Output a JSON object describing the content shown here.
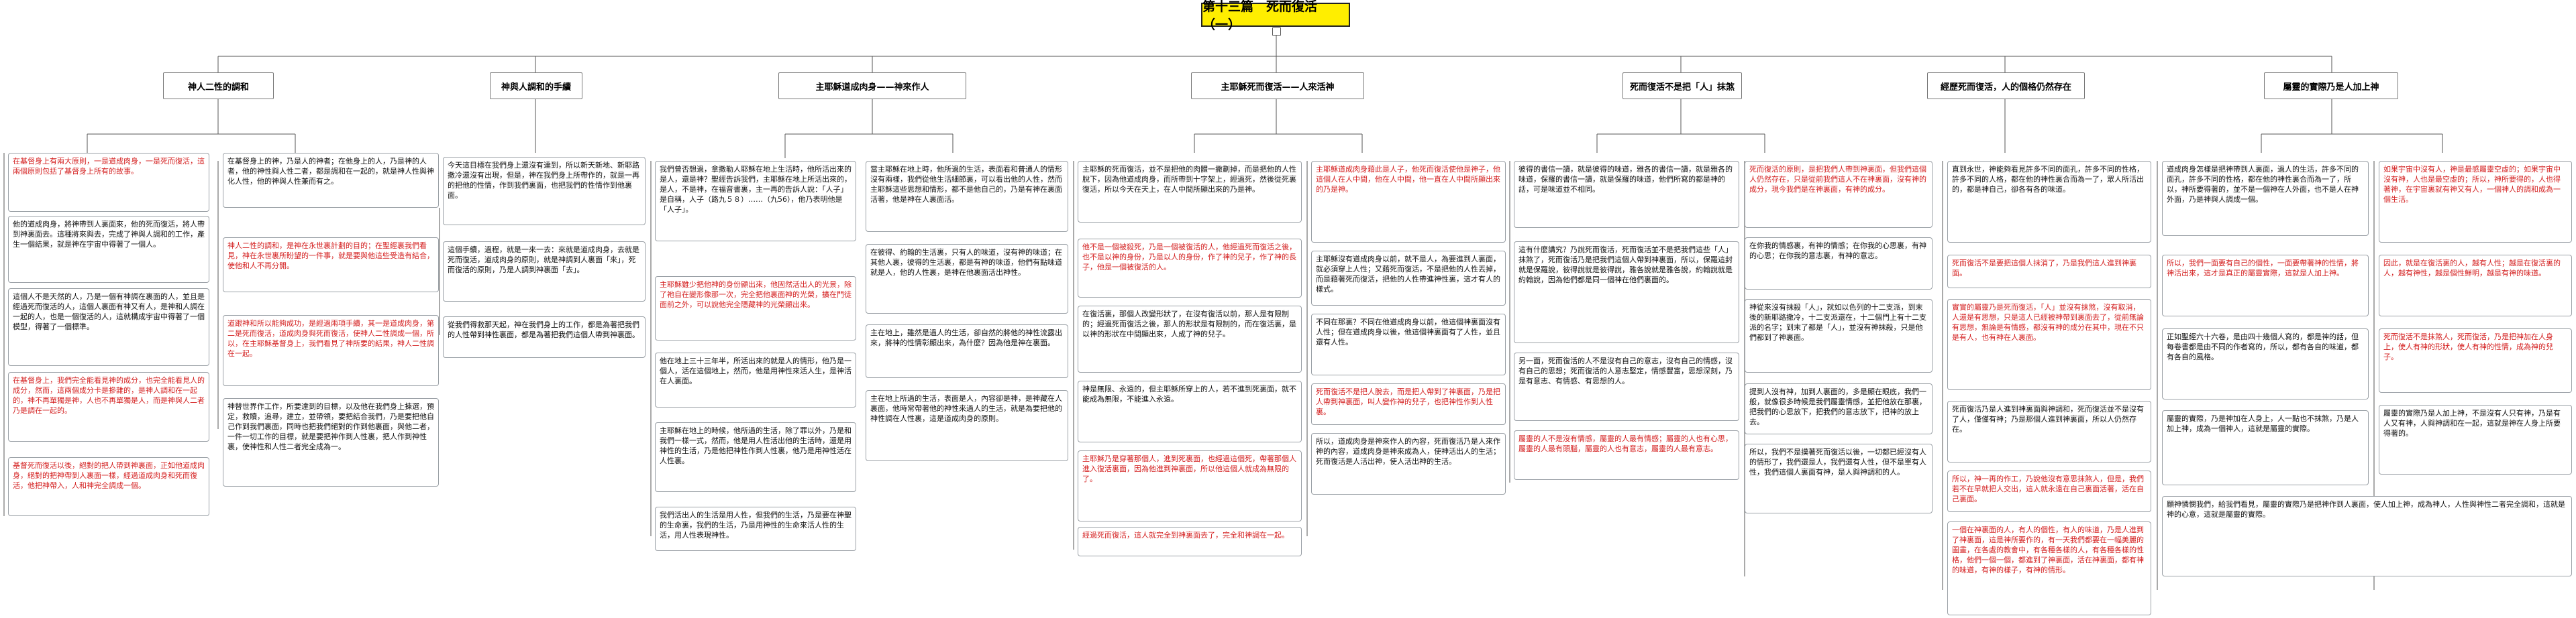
{
  "title": "第十三篇　死而復活（一）",
  "columns": [
    {
      "label": "神人二性的調和"
    },
    {
      "label": "神與人調和的手續"
    },
    {
      "label": "主耶穌道成肉身——神來作人"
    },
    {
      "label": "主耶穌死而復活——人來活神"
    },
    {
      "label": "死而復活不是把「人」抹煞"
    },
    {
      "label": "經歷死而復活，人的個格仍然存在"
    },
    {
      "label": "屬靈的實際乃是人加上神"
    }
  ],
  "notes": [
    {
      "text": "在基督身上有兩大原則，一是道成肉身，一是死而復活，這兩個原則包括了基督身上所有的故事。"
    },
    {
      "text": "他的道成肉身，將神帶到人裏面來，他的死而復活，將人帶到神裏面去。這種將來與去，完成了神與人調和的工作，產生一個結果，就是神在宇宙中得著了一個人。"
    },
    {
      "text": "這個人不是天然的人，乃是一個有神調在裏面的人，並且是經過死而復活的人，這個人裏面有神又有人，是神和人調在一起的人，也是一個復活的人，這就構成宇宙中得著了一個模型，得著了一個標準。"
    },
    {
      "text": "在基督身上，我們完全能看見神的成分，也完全能看見人的成分，然而，這兩個成分卡是摻雜的，是神人調和在一起的，神不再單獨是神，人也不再單獨是人，而是神與人二者乃是調在一起的。"
    },
    {
      "text": "基督死而復活以後，絕對的把人帶到神裏面，正如他道成肉身，絕對的把神帶到人裏面一樣，經過道成肉身和死而復活，他把神帶入，人和神完全調成一個。"
    },
    {
      "text": "在基督身上的神，乃是人的神者；在他身上的人，乃是神的人者，他的神性與人性二者，都是調和在一起的，就是神人性與神化人性，他的神與人性兼而有之。"
    },
    {
      "text": "神人二性的調和，是神在永世裏計劃的目的；在聖經裏我們看見，神在永世裏所盼望的一件事，就是要與他這些受造有結合，使他和人不再分開。"
    },
    {
      "text": "道跟神和所以能夠成功，是經過兩項手續，其一是道成肉身，第二是死而復活，道成肉身與死而復活，使神人二性調成一個，所以，在主耶穌基督身上，我們看見了神所要的結果，神人二性調在一起。"
    },
    {
      "text": "神替世界作工作，所要達到的目標，以及他在我們身上揀選，預定，救贖，追尋，建立，並帶領，要把結合我們，乃是要把他自己作到我們裏面，同時也把我們絕對的作到他裏面，與他二者，一件一切工作的目標，就是要把神作到人性裏，把人作到神性裏，使神性和人性二者完全成為一。"
    },
    {
      "text": "今天這目標在我們身上還沒有達到，所以新天新地、新耶路撒冷還沒有出現，但是，神在我們身上所帶作的，就是一再的把他的性情，作到我們裏面，也把我們的性情作到他裏面。"
    },
    {
      "text": "這個手續，過程，就是一來一去：來就是道成肉身，去就是死而復活，道成肉身的原則，就是神調到人裏面「來」，死而復活的原則，乃是人調到神裏面「去」。"
    },
    {
      "text": "從我們得救那天起，神在我們身上的工作，都是為著把我們的人性帶到神性裏面，都是為著把我們這個人帶到神裏面。"
    },
    {
      "text": "我們曾否想過，拿撒勒人耶穌在地上生活時，他所活出來的是人，還是神？聖經告訴我們，主耶穌在地上所活出來的，是人，不是神，在福音書裏，主一再的告訴人說：「人子」是自稱，人子（路九５８）……（九56），他乃表明他是「人子」。"
    },
    {
      "text": "主耶穌雖少把他神的身份顯出來，他固然活出人的光景，除了祂自在變形像那一次，完全把他裏面神的光榮，擴在門徒面前之外，可以說他完全隱藏神的光榮顯出來。"
    },
    {
      "text": "他在地上三十三年半，所活出來的就是人的情形，他乃是一個人，活在這個地上，然而，他是用神性來活人生，是神活在人裏面。"
    },
    {
      "text": "主耶穌在地上的時候，他所過的生活，除了罪以外，乃是和我們一樣一式，然而，他是用人性活出他的生活時，還是用神性的生活，乃是他把神性作到人性裏，他乃是用神性活在人性裏。"
    },
    {
      "text": "我們活出人的生活是用人性，但我們的生活，乃是要在神聖的生命裏，我們的生活，乃是用神性的生命來活人性的生活，用人性表現神性。"
    },
    {
      "text": "當主耶穌在地上時，他所過的生活，表面看和普通人的情形沒有兩樣，我們從他生活細節裏，可以看出他的人性，然而主耶穌這些思想和情形，都不是他自己的，乃是有神在裏面活著，他是神在人裏面活。"
    },
    {
      "text": "在彼得、約翰的生活裏，只有人的味道，沒有神的味道；在其他人裏，彼得的生活裏，都是有神的味道，他們有點味道就是人，他的人性裏，是神在他裏面活出神性。"
    },
    {
      "text": "主在地上，雖然是過人的生活，卻自然的將他的神性流露出來，將神的性情彰顯出來，為什麼？因為他是神在裏面。"
    },
    {
      "text": "主在地上所過的生活，表面是人，內容卻是神，是神藏在人裏面，他時常帶著他的神性來過人的生活，就是為要把他的神性調在人性裏，這是道成肉身的原則。"
    },
    {
      "text": "主耶穌的死而復活，並不是把他的肉體一撇劃掉，而是把他的人性脫下，因為他道成肉身，而所帶到十字架上，經過死，然後從死裏復活，所以今天在天上，在人中間所顯出來的乃是神。"
    },
    {
      "text": "他不是一個被殺死，乃是一個被復活的人，他經過死而復活之後，也不是以神的身份，乃是以人的身份，作了神的兒子，作了神的長子，他是一個被復活的人。"
    },
    {
      "text": "在復活裏，那個人改變形狀了，在沒有復活以前，那人是有限制的；經過死而復活之後，那人的形狀是有限制的，而在復活裏，是以神的形狀在中間顯出來，人成了神的兒子。"
    },
    {
      "text": "神是無限、永遠的，但主耶穌所穿上的人，若不進到死裏面，就不能成為無限，不能進入永遠。"
    },
    {
      "text": "主耶穌乃是穿著那個人，進到死裏面，也經過這個死，帶著那個人進入復活裏面，因為他進到神裏面，所以他這個人就成為無限的了。"
    },
    {
      "text": "經過死而復活，這人就完全到神裏面去了，完全和神調在一起。"
    },
    {
      "text": "主耶穌道成肉身藉此是人子，他死而復活使他是神子，他這個人在人中間，他在人中間，他一直在人中間所顯出來的乃是神。"
    },
    {
      "text": "主耶穌沒有道成肉身以前，就不是人，為要進到人裏面，就必須穿上人性；又藉死而復活，不是把他的人性丟掉，而是藉著死而復活，把他的人性帶進神性裏，這才有人的樣式。"
    },
    {
      "text": "不同在那裏？不同在他道成肉身以前，他這個神裏面沒有人性；但在道成肉身以後，他這個神裏面有了人性，並且還有人性。"
    },
    {
      "text": "死而復活不是把人脫去，而是把人帶到了神裏面，乃是把人帶到神裏面，叫人變作神的兒子，也把神性作到人性裏。"
    },
    {
      "text": "所以，道成肉身是神來作人的內容，死而復活乃是人來作神的內容，道成肉身是神來成為人，使神活出人的生活；死而復活是人活出神，使人活出神的生活。"
    },
    {
      "text": "彼得的書信一讀，就是彼得的味道，雅各的書信一讀，就是雅各的味道，保羅的書信一讀，就是保羅的味道，他們所寫的都是神的話，可是味道並不相同。"
    },
    {
      "text": "死而復活的原則，是把我們人帶到神裏面，但我們這個人仍然存在，只是從前我們這人不在神裏面，沒有神的成分，現今我們是在神裏面，有神的成分。"
    },
    {
      "text": "這有什麼講究？乃說死而復活，死而復活並不是把我們這些「人」抹煞了，死而復活乃是把我們這個人帶到神裏面，所以，保羅這封就是保羅說，彼得說就是彼得說，雅各說就是雅各說，約翰說就是約翰說，因為他們都是同一個神在他們裏面的。"
    },
    {
      "text": "在你我的情感裏，有神的情感；在你我的心思裏，有神的心思；在你我的意志裏，有神的意志。"
    },
    {
      "text": "神從來沒有抹殺「人」，就如以色列的十二支派，到末後的新耶路撒冷，十二支派還在，十二個門上有十二支派的名字；到末了都是「人」，並沒有神抹殺，只是他們都到了神裏面。"
    },
    {
      "text": "另一面，死而復活的人不是沒有自己的意志，沒有自己的情感，沒有自己的思想；死而復活的人意志堅定，情感豐富，思想深刻，乃是有意志、有情感、有思想的人。"
    },
    {
      "text": "屬靈的人不是沒有情感，屬靈的人最有情感；屬靈的人也有心思，屬靈的人最有頭腦，屬靈的人也有意志，屬靈的人最有意志。"
    },
    {
      "text": "提到人沒有神，加到人裏面的，多是顯在眼底，我們一般，就像很多時候是我們屬靈情感，並把他放在那裏，把我們的心思放下，把我們的意志放下，把神的放上去。"
    },
    {
      "text": "所以，我們不是摸著死而復活以後，一切都已經沒有人的情形了，我們還是人，我們還有人性，但不是單有人性，我們這個人裏面有神，是人與神調和的人。"
    },
    {
      "text": "直到永世，神能夠看見許多不同的面孔，許多不同的性格，許多不同的人格，都在他的神性裏合而為一了，眾人所活出的，都是神自己，卻各有各的味道。"
    },
    {
      "text": "死而復活不是要把這個人抹消了，乃是我們這人進到神裏面。"
    },
    {
      "text": "實實的屬靈乃是死而復活，「人」並沒有抹煞，沒有取消，人還是有思想，只是這人已經被神帶到裏面去了，從前無論有思想，無論是有情感，都沒有神的成分在其中，現在不只是有人，也有神在人裏面。"
    },
    {
      "text": "死而復活乃是人進到神裏面與神調和，死而復活並不是沒有了人，僅僅有神；乃是那個人進到神裏面，所以人仍然存在。"
    },
    {
      "text": "所以，神一再的作工，乃說他沒有意思抹煞人，但是，我們若不在早就把人交出，這人就永遠在自己裏面活著，活在自己裏面。"
    },
    {
      "text": "一個在神裏面的人，有人的個性，有人的味道，乃是人進到了神裏面，這是神所要作的，有一天我們都要在一幅美麗的圖畫，在各處的教會中，有各種各樣的人，有各種各樣的性格，他們一個一個，都進到了神裏面，活在神裏面，都有神的味道，有神的樣子，有神的情形。"
    },
    {
      "text": "道成肉身怎樣是把神帶到人裏面，過人的生活，許多不同的面孔，許多不同的性格，都在他的神性裏合而為一了，所以，神所要得著的，並不是一個神在人外面，也不是人在神外面，乃是神與人調成一個。"
    },
    {
      "text": "如果宇宙中沒有人，神是最感屬靈空虛的；如果宇宙中沒有神，人也是最空虛的；所以，神所要得的，人也得著神，在宇宙裏就有神又有人，一個神人的調和成為一個生活。"
    },
    {
      "text": "所以，我們一面要有自己的個性，一面要帶著神的性情，將神活出來，這才是真正的屬靈實際，這就是人加上神。"
    },
    {
      "text": "因此，就是在復活裏的人，越有人性；越是在復活裏的人，越有神性，越是個性鮮明，越是有神的味道。"
    },
    {
      "text": "正如聖經六十六卷，是由四十幾個人寫的，都是神的話，但每卷書都是由不同的作者寫的，所以，都有各自的味道，都有各自的風格。"
    },
    {
      "text": "死而復活不是抹煞人，死而復活，乃是把神加在人身上，使人有神的形狀，使人有神的性情，成為神的兒子。"
    },
    {
      "text": "屬靈的實際，乃是神加在人身上，人一點也不抹煞，乃是人加上神，成為一個神人，這就是屬靈的實際。"
    },
    {
      "text": "屬靈的實際乃是人加上神，不是沒有人只有神，乃是有人又有神，人與神調和在一起，這就是神在人身上所要得著的。"
    },
    {
      "text": "願神憐憫我們，給我們看見，屬靈的實際乃是把神作到人裏面，使人加上神，成為神人，人性與神性二者完全調和，這就是神的心意，這就是屬靈的實際。"
    }
  ]
}
